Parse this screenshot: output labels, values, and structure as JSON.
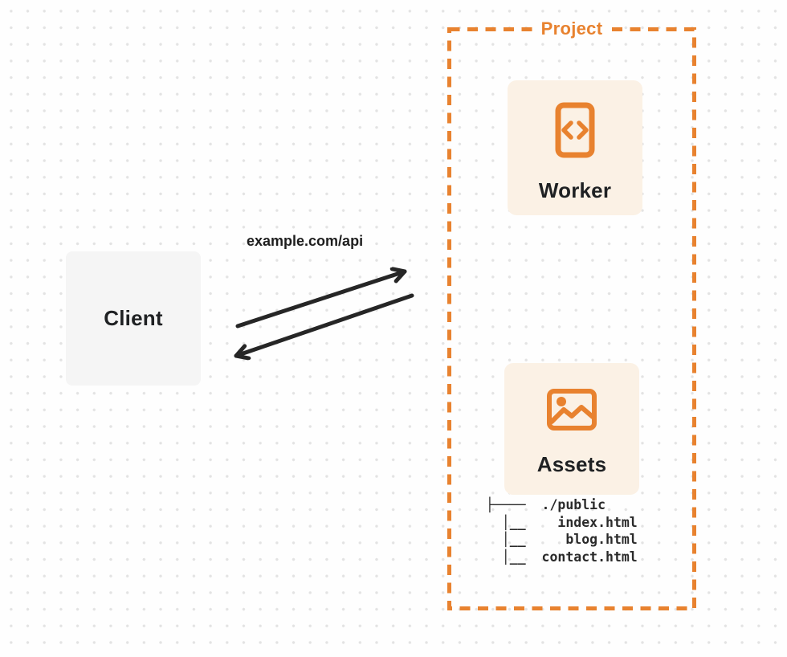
{
  "colors": {
    "accent_orange": "#E8822F",
    "node_peach_bg": "#FBF1E5",
    "client_gray_bg": "#F5F5F5",
    "arrow_dark": "#262626",
    "text_dark": "#1F2123",
    "page_bg": "#FEFEFE",
    "dot_grid": "#E3E3E3"
  },
  "client": {
    "label": "Client"
  },
  "request": {
    "label": "example.com/api"
  },
  "project": {
    "title": "Project",
    "nodes": [
      {
        "label": "Worker",
        "icon": "code-file-icon"
      },
      {
        "label": "Assets",
        "icon": "image-icon"
      }
    ],
    "file_tree": {
      "lines": [
        "├────  ./public",
        "  │__    index.html",
        "  │__     blog.html",
        "  │__  contact.html"
      ]
    }
  }
}
